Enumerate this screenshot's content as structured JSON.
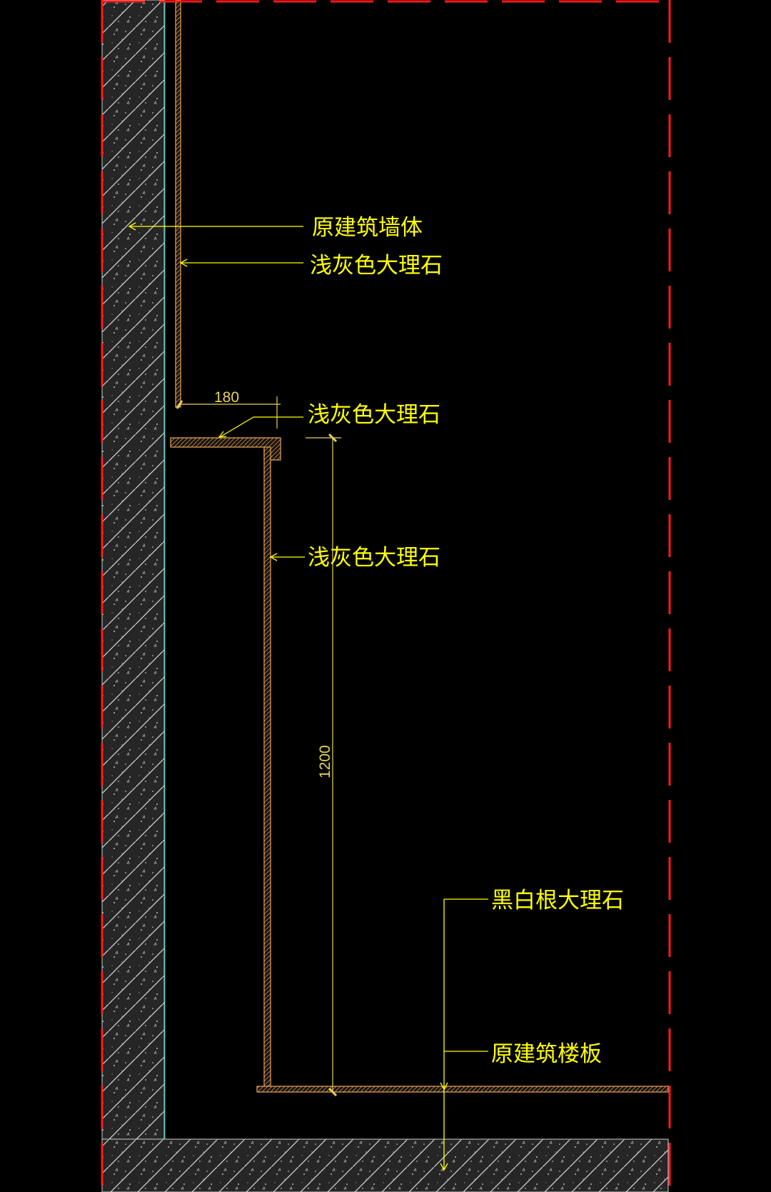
{
  "colors": {
    "background": "#000000",
    "border": "#ff1a1a",
    "concrete_fill": "#2b2b2b",
    "concrete_hatch": "#d0d0d0",
    "marble_outline": "#e8a35a",
    "marble_hatch": "#b98a58",
    "leader_text": "#ffff00",
    "dimension": "#e6d35a",
    "cyan_line": "#27b3a8"
  },
  "labels": {
    "wall": "原建筑墙体",
    "marble_upper": "浅灰色大理石",
    "marble_ledge": "浅灰色大理石",
    "marble_lower": "浅灰色大理石",
    "black_white_marble": "黑白根大理石",
    "floor_slab": "原建筑楼板"
  },
  "dimensions": {
    "ledge_width": "180",
    "height": "1200"
  }
}
